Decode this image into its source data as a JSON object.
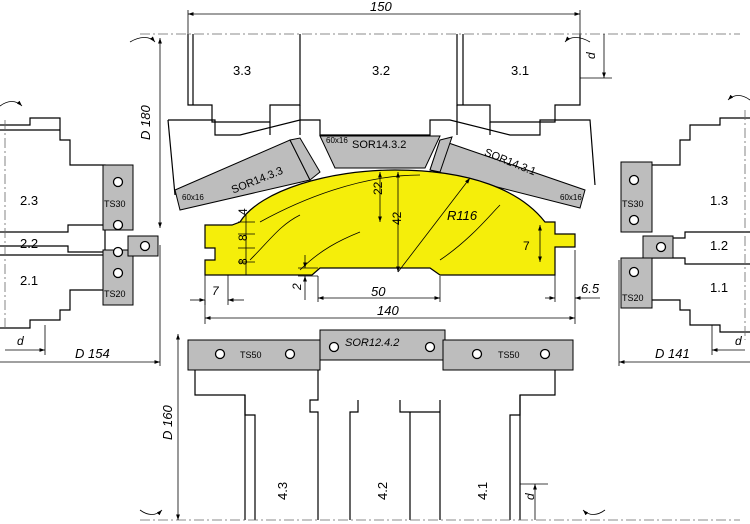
{
  "tools": {
    "top_left": "3.3",
    "top_center": "3.2",
    "top_right": "3.1",
    "left_top": "2.3",
    "left_middle": "2.2",
    "left_bottom": "2.1",
    "right_top": "1.3",
    "right_middle": "1.2",
    "right_bottom": "1.1",
    "bottom_left": "4.3",
    "bottom_center": "4.2",
    "bottom_right": "4.1"
  },
  "knives": {
    "sor_left": "SOR14.3.3",
    "sor_center": "SOR14.3.2",
    "sor_right": "SOR14.3.1",
    "size_left": "60x16",
    "size_center": "60x16",
    "size_right": "60x16",
    "sor_bottom": "SOR12.4.2",
    "ts30_left": "TS30",
    "ts20_left": "TS20",
    "ts30_right": "TS30",
    "ts20_right": "TS20",
    "ts50_left": "TS50",
    "ts50_right": "TS50"
  },
  "dimensions": {
    "top_width": "150",
    "d_top": "d",
    "d_left": "d",
    "d_right": "d",
    "d_bottom": "d",
    "dia_top": "D 180",
    "dia_left": "D 154",
    "dia_right": "D 141",
    "dia_bottom": "D 160",
    "dim_4": "4",
    "dim_8a": "8",
    "dim_8b": "8",
    "dim_22": "22",
    "dim_42": "42",
    "radius": "R116",
    "dim_7_right": "7",
    "dim_7_left": "7",
    "dim_2": "2",
    "dim_50": "50",
    "dim_140": "140",
    "dim_6_5": "6.5"
  },
  "colors": {
    "workpiece": "#f5ee0a",
    "knife": "#bdbdbd",
    "line": "#000000"
  }
}
